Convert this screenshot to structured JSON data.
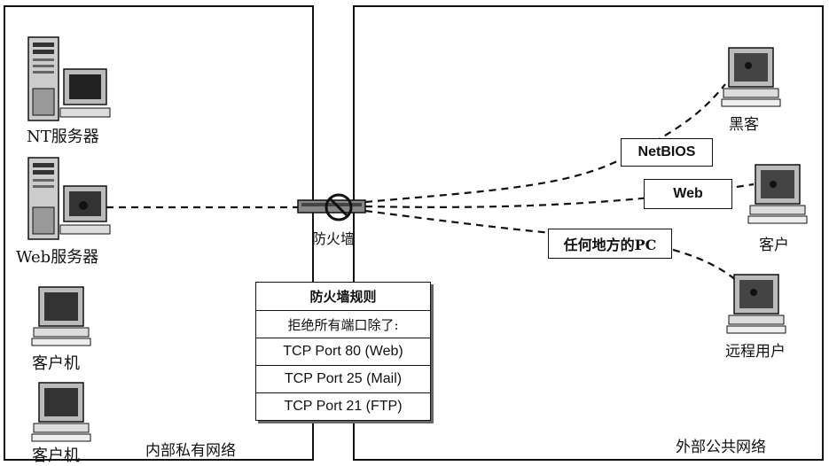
{
  "zones": {
    "internal_label": "内部私有网络",
    "external_label": "外部公共网络"
  },
  "devices": {
    "nt_server": "NT服务器",
    "web_server": "Web服务器",
    "client_1": "客户机",
    "client_2": "客户机",
    "firewall": "防火墙",
    "hacker": "黑客",
    "customer": "客户",
    "remote_user": "远程用户"
  },
  "traffic": {
    "netbios": "NetBIOS",
    "web": "Web",
    "any_pc": "任何地方的PC"
  },
  "rules": {
    "title": "防火墙规则",
    "subtitle": "拒绝所有端口除了:",
    "items": [
      "TCP Port 80 (Web)",
      "TCP Port 25 (Mail)",
      "TCP Port 21 (FTP)"
    ]
  },
  "colors": {
    "line": "#111111",
    "screen": "#222222",
    "case": "#bbbbbb"
  }
}
